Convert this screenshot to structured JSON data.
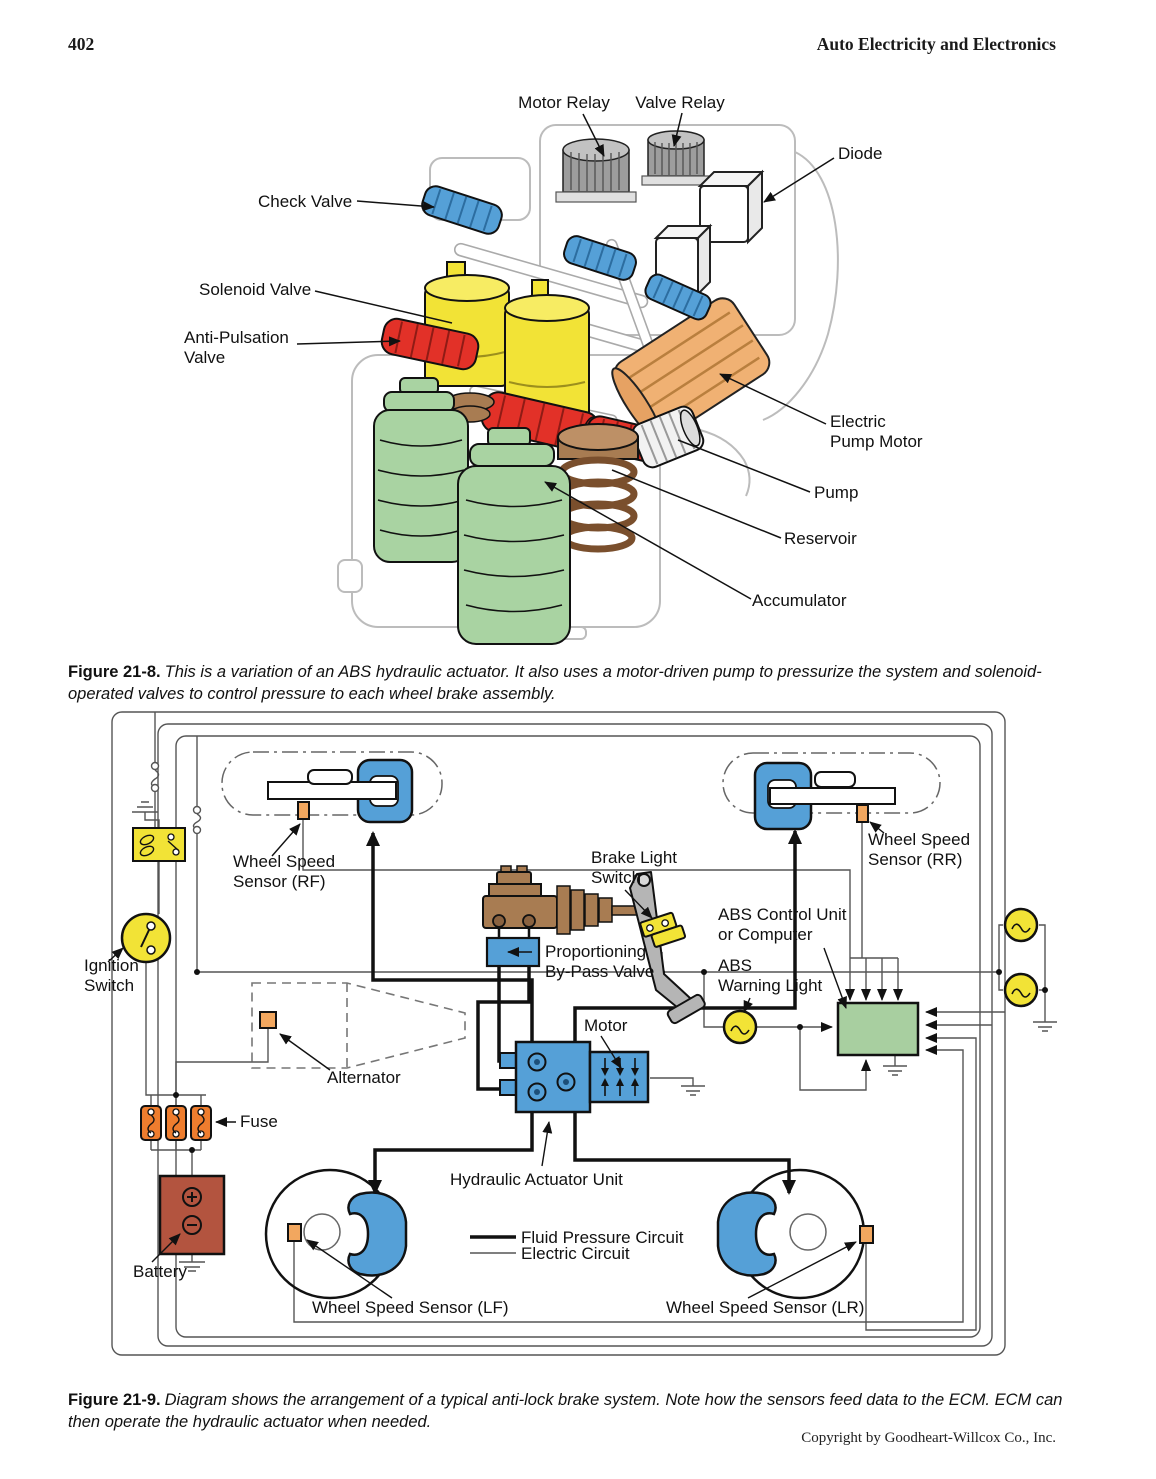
{
  "page": {
    "number": "402",
    "title": "Auto Electricity and Electronics",
    "copyright": "Copyright by Goodheart-Willcox Co., Inc."
  },
  "figure_21_8": {
    "caption_label": "Figure 21-8.",
    "caption_text": "This is a variation of an ABS hydraulic actuator. It also uses a motor-driven pump to pressurize the system and solenoid-operated valves to control pressure to each wheel brake assembly.",
    "labels": {
      "motor_relay": "Motor Relay",
      "valve_relay": "Valve Relay",
      "diode": "Diode",
      "check_valve": "Check Valve",
      "solenoid_valve": "Solenoid Valve",
      "anti_pulsation_valve": "Anti-Pulsation\nValve",
      "electric_pump_motor": "Electric\nPump Motor",
      "pump": "Pump",
      "reservoir": "Reservoir",
      "accumulator": "Accumulator"
    }
  },
  "figure_21_9": {
    "caption_label": "Figure 21-9.",
    "caption_text": "Diagram shows the arrangement of a typical anti-lock brake system. Note how the sensors feed data to the ECM. ECM can then operate the hydraulic actuator when needed.",
    "labels": {
      "wheel_speed_sensor_rf": "Wheel Speed\nSensor (RF)",
      "wheel_speed_sensor_rr": "Wheel Speed\nSensor (RR)",
      "brake_light_switch": "Brake Light\nSwitch",
      "abs_control_unit": "ABS Control Unit\nor Computer",
      "abs_warning_light": "ABS\nWarning Light",
      "ignition_switch": "Ignition\nSwitch",
      "proportioning_bypass_valve": "Proportioning\nBy-Pass Valve",
      "motor": "Motor",
      "alternator": "Alternator",
      "fuse": "Fuse",
      "hydraulic_actuator_unit": "Hydraulic Actuator Unit",
      "battery": "Battery",
      "wheel_speed_sensor_lf": "Wheel Speed Sensor (LF)",
      "wheel_speed_sensor_lr": "Wheel Speed Sensor (LR)"
    },
    "legend": {
      "fluid": "Fluid Pressure Circuit",
      "electric": "Electric Circuit"
    }
  },
  "colors": {
    "solenoid_valve_yellow": "#f2e336",
    "check_valve_blue": "#55a0d7",
    "anti_pulsation_red": "#e23128",
    "accumulator_green": "#a9d3a2",
    "reservoir_brown": "#a87c52",
    "pump_motor_orange": "#f0b173",
    "sensor_orange": "#f2a75f",
    "fuse_orange": "#ee7d2e",
    "battery_brick": "#b3543f",
    "ecu_green": "#a8cfa0",
    "lamp_yellow": "#f2e336",
    "pedal_gray": "#b5b5b5"
  }
}
